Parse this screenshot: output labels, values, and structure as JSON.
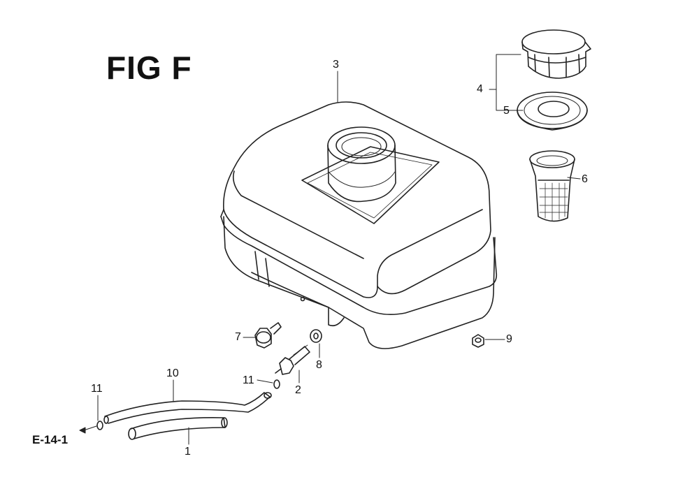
{
  "title": "FIG F",
  "reference": "E-14-1",
  "callouts": {
    "c1": "1",
    "c2": "2",
    "c3": "3",
    "c4": "4",
    "c5": "5",
    "c6": "6",
    "c7": "7",
    "c8": "8",
    "c9": "9",
    "c10": "10",
    "c11a": "11",
    "c11b": "11"
  }
}
